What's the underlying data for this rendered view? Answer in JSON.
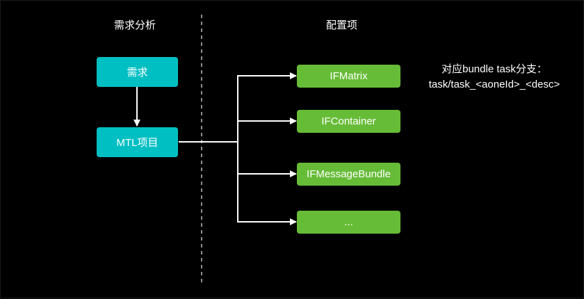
{
  "headings": {
    "left": "需求分析",
    "right": "配置项"
  },
  "left_nodes": [
    {
      "label": "需求",
      "color": "#00bfc2"
    },
    {
      "label": "MTL项目",
      "color": "#00bfc2"
    }
  ],
  "config_items": [
    {
      "label": "IFMatrix",
      "color": "#67bc37"
    },
    {
      "label": "IFContainer",
      "color": "#67bc37"
    },
    {
      "label": "IFMessageBundle",
      "color": "#67bc37"
    },
    {
      "label": "...",
      "color": "#67bc37"
    }
  ],
  "note": {
    "line1": "对应bundle task分支：",
    "line2": "task/task_<aoneId>_<desc>"
  },
  "colors": {
    "background": "#000000",
    "connector": "#ffffff",
    "divider": "#bfbfbf"
  }
}
